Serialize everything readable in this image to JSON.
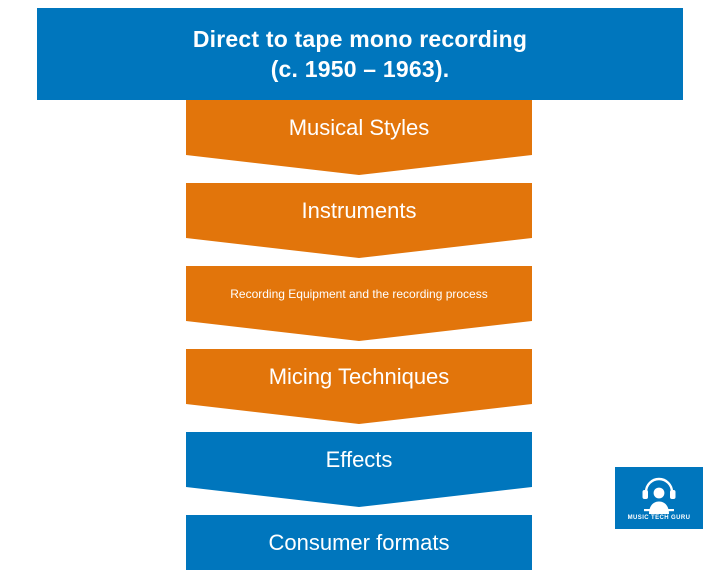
{
  "title": {
    "line1": "Direct to tape mono recording",
    "line2": "(c. 1950 – 1963)."
  },
  "colors": {
    "banner_blue": "#0076bd",
    "chevron_orange": "#e2750b",
    "chevron_blue": "#0076bd",
    "text_white": "#ffffff"
  },
  "chevrons": [
    {
      "label": "Musical Styles",
      "color": "#e2750b",
      "size": "lg"
    },
    {
      "label": "Instruments",
      "color": "#e2750b",
      "size": "lg"
    },
    {
      "label": "Recording Equipment and the recording process",
      "color": "#e2750b",
      "size": "sm"
    },
    {
      "label": "Micing Techniques",
      "color": "#e2750b",
      "size": "lg"
    },
    {
      "label": "Effects",
      "color": "#0076bd",
      "size": "lg"
    },
    {
      "label": "Consumer formats",
      "color": "#0076bd",
      "size": "lg"
    }
  ],
  "logo": {
    "caption": "MUSIC TECH GURU",
    "icon": "dj-headphones-icon"
  }
}
